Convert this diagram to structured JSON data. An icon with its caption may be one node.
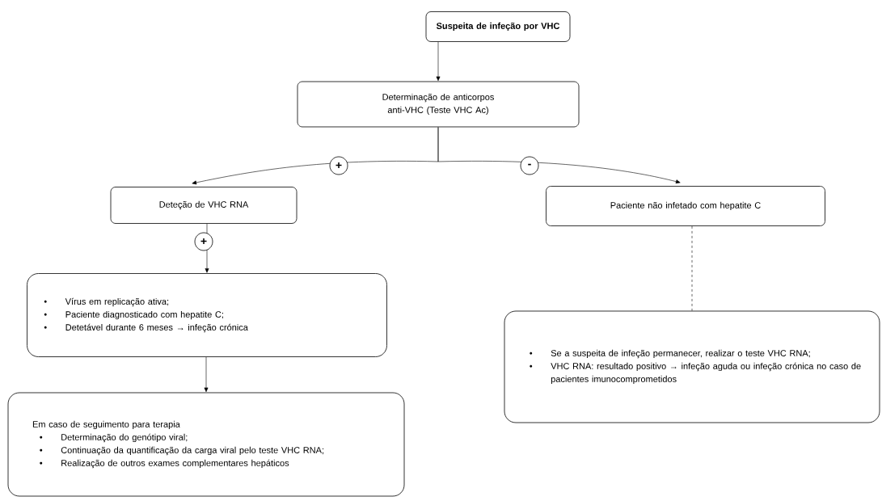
{
  "diagram": {
    "nodes": [
      {
        "text": [
          "Suspeita de infeção por VHC"
        ]
      },
      {
        "text": [
          "Determinação de anticorpos anti-VHC (Teste VHC Ac)"
        ]
      },
      {
        "text": [
          "Deteção de VHC RNA"
        ]
      },
      {
        "text": [
          "Paciente não infetado com hepatite C"
        ]
      },
      {
        "text": [
          "Vírus em replicação ativa;",
          "Paciente diagnosticado com hepatite C;",
          "Detetável durante 6 meses → infeção crónica"
        ]
      },
      {
        "text": [
          "Em caso de seguimento para terapia",
          "Determinação do genótipo viral;",
          "Continuação da quantificação da carga viral pelo teste VHC RNA;",
          "Realização de outros exames complementares hepáticos"
        ]
      },
      {
        "text": [
          "Se a suspeita de infeção permanecer, realizar o teste VHC RNA;",
          "VHC RNA: resultado positivo → infeção aguda ou infeção crónica no caso de pacientes imunocomprometidos"
        ]
      }
    ],
    "edges": [
      {
        "from": 0,
        "to": 1,
        "arrow": "to"
      },
      {
        "from": 1,
        "to": 2,
        "arrow": "to",
        "label": "+"
      },
      {
        "from": 1,
        "to": 3,
        "arrow": "to",
        "label": "-"
      },
      {
        "from": 2,
        "to": 4,
        "arrow": "to",
        "label": "+"
      },
      {
        "from": 4,
        "to": 5,
        "arrow": "to"
      },
      {
        "from": 3,
        "to": 6,
        "arrow": "none",
        "style": "dashed"
      }
    ],
    "labels": [
      "•",
      "•",
      "•",
      "•",
      "•",
      "•",
      "•",
      "•"
    ]
  }
}
